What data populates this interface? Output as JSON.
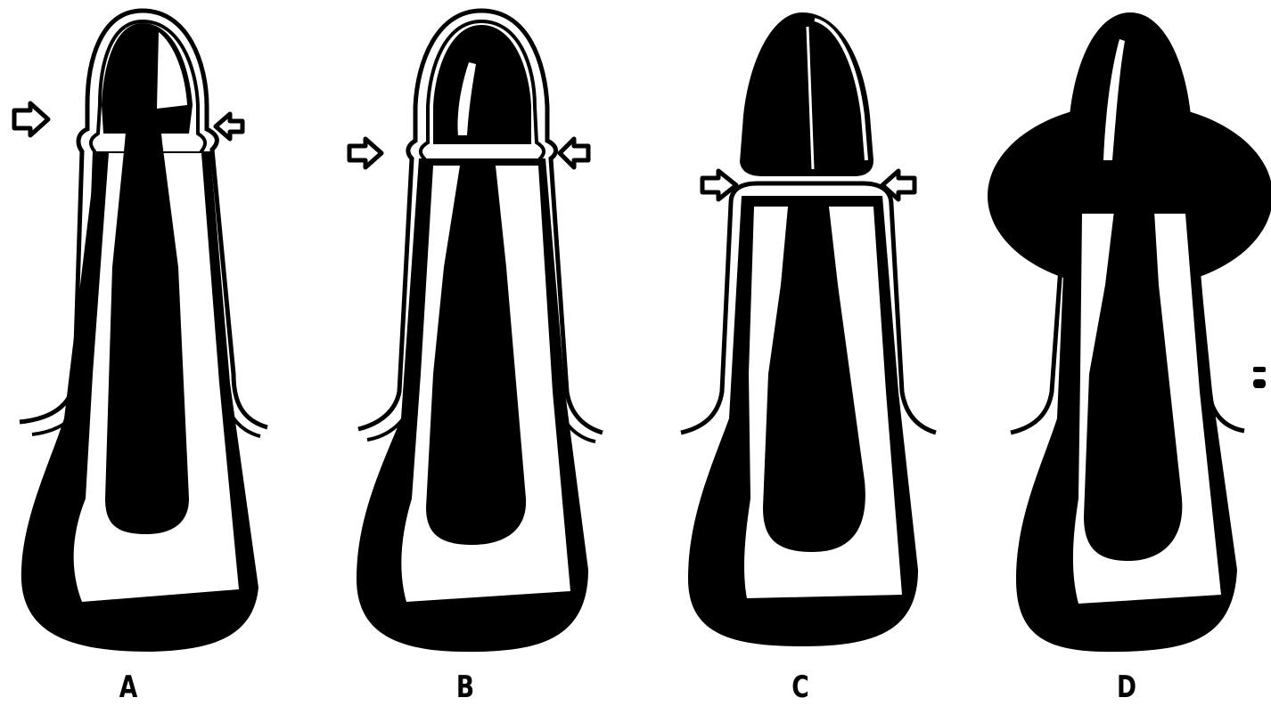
{
  "panels": [
    {
      "label": "A"
    },
    {
      "label": "B"
    },
    {
      "label": "C"
    },
    {
      "label": "D"
    }
  ],
  "colors": {
    "ink": "#000000",
    "paper": "#ffffff"
  }
}
